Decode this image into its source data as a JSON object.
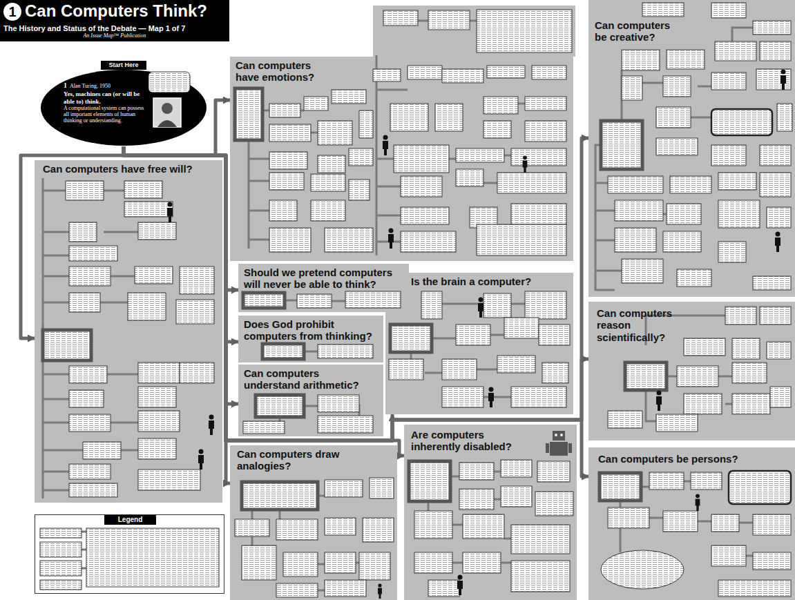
{
  "diagram": {
    "title": "Can Computers Think?",
    "caption": "The History and Status of the Debate — Map 1 of 7",
    "nodes": [
      {
        "text": [
          "Start Here",
          "1",
          "Alan Turing, 1950",
          "Yes, machines can (or will be able to) think.",
          "A computational system can possess all important elements of human thinking or understanding."
        ]
      },
      {
        "text": [
          "Can computers have free will?"
        ]
      },
      {
        "text": [
          "Can computers have emotions?"
        ]
      },
      {
        "text": [
          "Should we pretend computers will never be able to think?"
        ]
      },
      {
        "text": [
          "Does God prohibit computers from thinking?"
        ]
      },
      {
        "text": [
          "Can computers understand arithmetic?"
        ]
      },
      {
        "text": [
          "Is the brain a computer?"
        ]
      },
      {
        "text": [
          "Can computers draw analogies?"
        ]
      },
      {
        "text": [
          "Are computers inherently disabled?"
        ]
      },
      {
        "text": [
          "Can computers be creative?"
        ]
      },
      {
        "text": [
          "Can computers reason scientifically?"
        ]
      },
      {
        "text": [
          "Can computers be persons?"
        ]
      },
      {
        "text": [
          "Legend"
        ]
      }
    ],
    "edges": [
      {
        "from": 0,
        "to": 1,
        "arrow": "to"
      },
      {
        "from": 0,
        "to": 2,
        "arrow": "to"
      },
      {
        "from": 0,
        "to": 3,
        "arrow": "to"
      },
      {
        "from": 0,
        "to": 4,
        "arrow": "to"
      },
      {
        "from": 0,
        "to": 5,
        "arrow": "to"
      },
      {
        "from": 0,
        "to": 6,
        "arrow": "to"
      },
      {
        "from": 0,
        "to": 7,
        "arrow": "to"
      },
      {
        "from": 0,
        "to": 8,
        "arrow": "to"
      },
      {
        "from": 0,
        "to": 9,
        "arrow": "to"
      },
      {
        "from": 0,
        "to": 10,
        "arrow": "to"
      },
      {
        "from": 0,
        "to": 11,
        "arrow": "to"
      }
    ],
    "labels": [
      "1",
      "An Issue Map™ Publication"
    ]
  }
}
